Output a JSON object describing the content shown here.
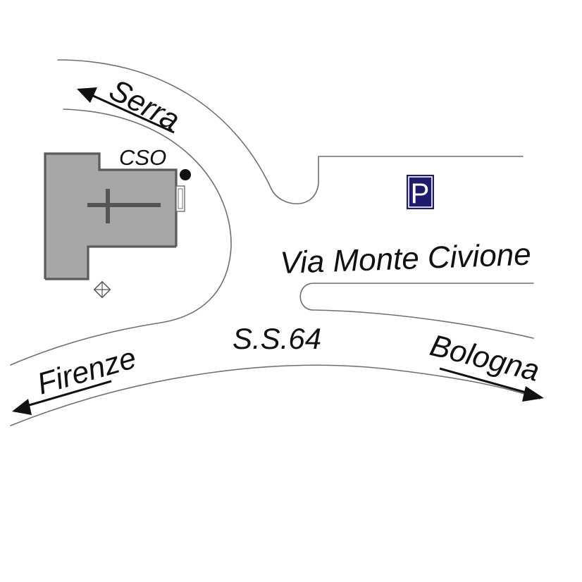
{
  "map": {
    "labels": {
      "serra": "Serra",
      "cso": "CSO",
      "via": "Via Monte Civione",
      "ss": "S.S.64",
      "firenze": "Firenze",
      "bologna": "Bologna"
    },
    "parking": {
      "symbol": "P",
      "icon": "parking-icon",
      "color": "#1e1a6e"
    },
    "icons": {
      "church": "church-cross-icon",
      "cso_marker": "dot-marker-icon",
      "monument": "diamond-symbol-icon"
    },
    "colors": {
      "road": "#6f6f6f",
      "building": "#a7a7a7",
      "text": "#111111"
    }
  }
}
